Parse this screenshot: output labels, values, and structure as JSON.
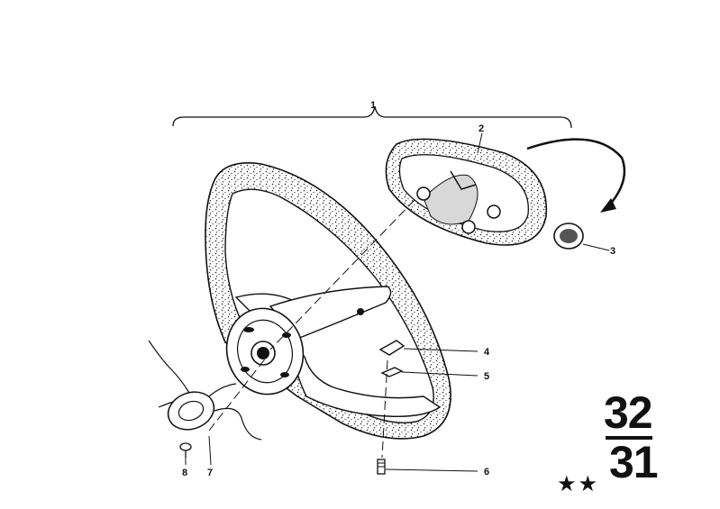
{
  "parts": [
    {
      "num": "1",
      "name": "steering-wheel-assembly"
    },
    {
      "num": "2",
      "name": "horn-pad"
    },
    {
      "num": "3",
      "name": "emblem"
    },
    {
      "num": "4",
      "name": "clip-upper"
    },
    {
      "num": "5",
      "name": "clip-lower"
    },
    {
      "num": "6",
      "name": "screw"
    },
    {
      "num": "7",
      "name": "contact-ring"
    },
    {
      "num": "8",
      "name": "small-screw"
    }
  ],
  "group": {
    "top": "32",
    "bottom": "31"
  },
  "stars": "★★",
  "colors": {
    "ink": "#111111",
    "background": "#ffffff"
  }
}
